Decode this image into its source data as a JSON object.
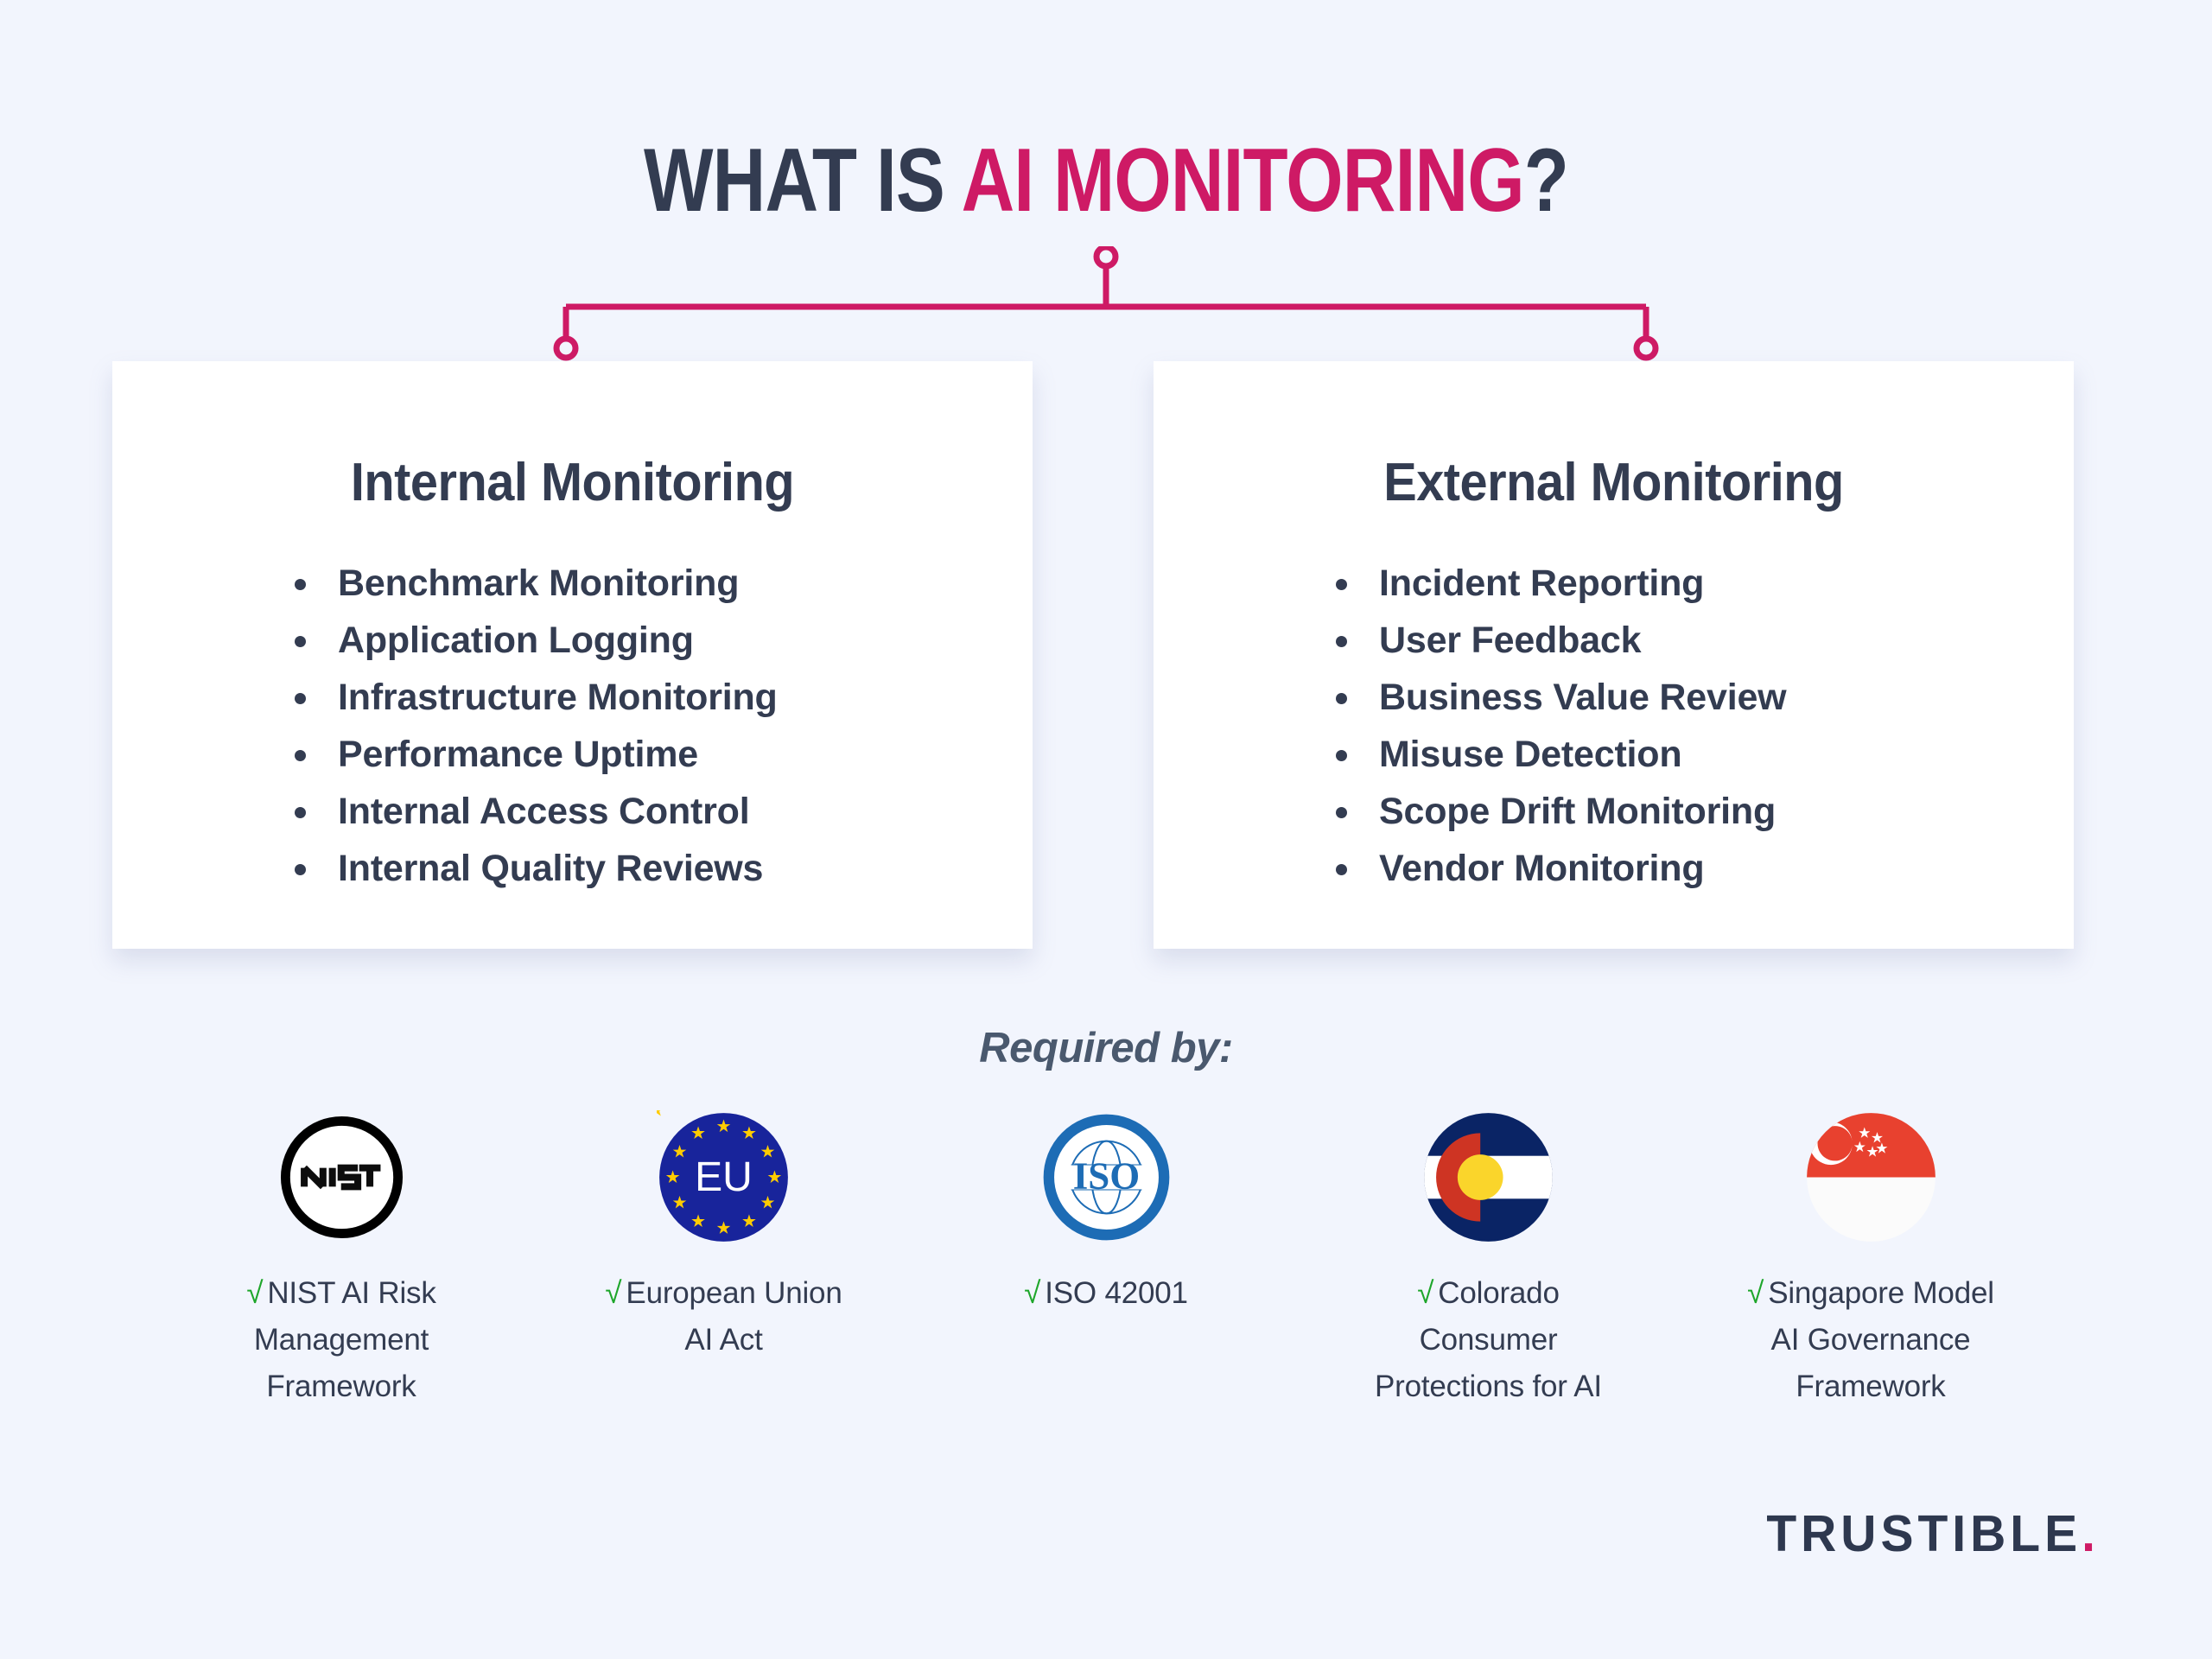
{
  "title": {
    "prefix": "WHAT IS ",
    "accent": "AI MONITORING",
    "suffix": "?"
  },
  "colors": {
    "background": "#f2f5fd",
    "accent_pink": "#ce1a65",
    "text_dark": "#333c51",
    "check_green": "#1ea62b",
    "card_white": "#ffffff"
  },
  "cards": [
    {
      "heading": "Internal Monitoring",
      "items": [
        "Benchmark Monitoring",
        "Application Logging",
        "Infrastructure Monitoring",
        "Performance Uptime",
        "Internal Access Control",
        "Internal Quality Reviews"
      ]
    },
    {
      "heading": "External Monitoring",
      "items": [
        "Incident Reporting",
        "User Feedback",
        "Business Value Review",
        "Misuse Detection",
        "Scope Drift Monitoring",
        "Vendor Monitoring"
      ]
    }
  ],
  "required_by": {
    "label": "Required by:",
    "check_glyph": "√",
    "badges": [
      {
        "icon": "nist-logo-icon",
        "emblem_text": "NIST",
        "caption_lines": [
          "NIST AI Risk",
          "Management",
          "Framework"
        ]
      },
      {
        "icon": "european-union-flag-icon",
        "emblem_text": "EU",
        "caption_lines": [
          "European Union",
          "AI Act"
        ]
      },
      {
        "icon": "iso-logo-icon",
        "emblem_text": "ISO",
        "caption_lines": [
          "ISO 42001"
        ]
      },
      {
        "icon": "colorado-flag-icon",
        "emblem_text": "",
        "caption_lines": [
          "Colorado",
          "Consumer",
          "Protections for AI"
        ]
      },
      {
        "icon": "singapore-flag-icon",
        "emblem_text": "",
        "caption_lines": [
          "Singapore Model",
          "AI Governance",
          "Framework"
        ]
      }
    ]
  },
  "logo": {
    "wordmark": "TRUSTIBLE",
    "dot": "."
  }
}
